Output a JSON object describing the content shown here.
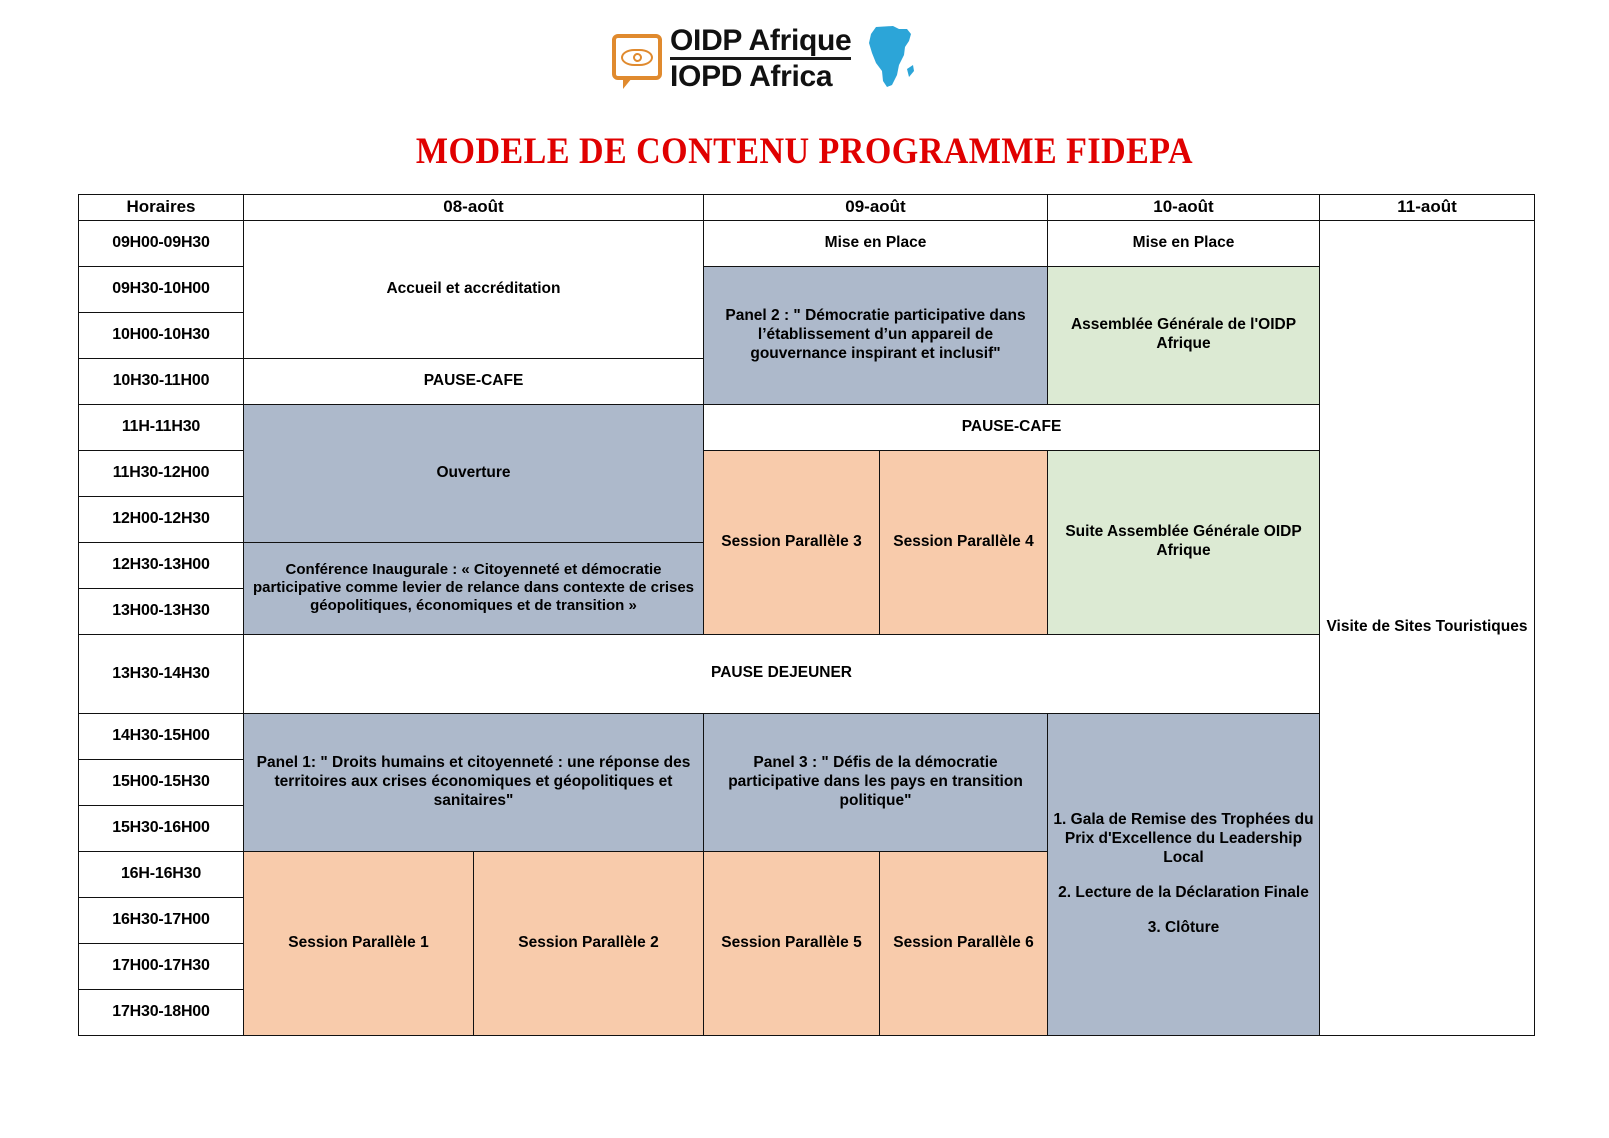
{
  "logo": {
    "line1": "OIDP Afrique",
    "line2": "IOPD Africa",
    "eye_icon": "eye-in-speech-bubble-icon",
    "africa_icon": "africa-map-icon",
    "bubble_color": "#E08A2E",
    "africa_color": "#2CA5D8"
  },
  "title": "MODELE DE CONTENU PROGRAMME FIDEPA",
  "title_color": "#E00000",
  "colors": {
    "blue": "#adb9cb",
    "green": "#dcead3",
    "peach": "#f8cbab",
    "white": "#ffffff"
  },
  "table": {
    "headers": {
      "time": "Horaires",
      "day1": "08-août",
      "day2": "09-août",
      "day3": "10-août",
      "day4": "11-août"
    },
    "times": [
      "09H00-09H30",
      "09H30-10H00",
      "10H00-10H30",
      "10H30-11H00",
      "11H-11H30",
      "11H30-12H00",
      "12H00-12H30",
      "12H30-13H00",
      "13H00-13H30",
      "13H30-14H30",
      "14H30-15H00",
      "15H00-15H30",
      "15H30-16H00",
      "16H-16H30",
      "16H30-17H00",
      "17H00-17H30",
      "17H30-18H00"
    ],
    "cells": {
      "accueil": "Accueil et accréditation",
      "pause_cafe_1": "PAUSE-CAFE",
      "mise_en_place_d2": "Mise en Place",
      "mise_en_place_d3": "Mise en Place",
      "panel2": "Panel 2 : \" Démocratie participative dans l’établissement d’un appareil de gouvernance inspirant et inclusif\"",
      "assemblee_generale": "Assemblée Générale de l'OIDP Afrique",
      "ouverture": "Ouverture",
      "pause_cafe_2": "PAUSE-CAFE",
      "conference_inaugurale": "Conférence Inaugurale  : « Citoyenneté et démocratie participative comme levier de relance dans contexte de crises géopolitiques, économiques et de transition »",
      "session_3": "Session Parallèle 3",
      "session_4": "Session Parallèle 4",
      "suite_assemblee": "Suite Assemblée Générale OIDP Afrique",
      "pause_dejeuner": "PAUSE DEJEUNER",
      "panel1": "Panel 1: \" Droits humains et citoyenneté : une réponse des territoires aux crises économiques et géopolitiques et sanitaires\"",
      "panel3": "Panel 3 : \" Défis de la démocratie participative dans les pays en transition politique\"",
      "cloture_1": "1. Gala de Remise des Trophées du Prix d'Excellence du Leadership Local",
      "cloture_2": "2. Lecture de la Déclaration Finale",
      "cloture_3": "3. Clôture",
      "session_1": "Session Parallèle 1",
      "session_2": "Session Parallèle 2",
      "session_5": "Session Parallèle 5",
      "session_6": "Session Parallèle 6",
      "visite": "Visite de Sites Touristiques"
    }
  }
}
